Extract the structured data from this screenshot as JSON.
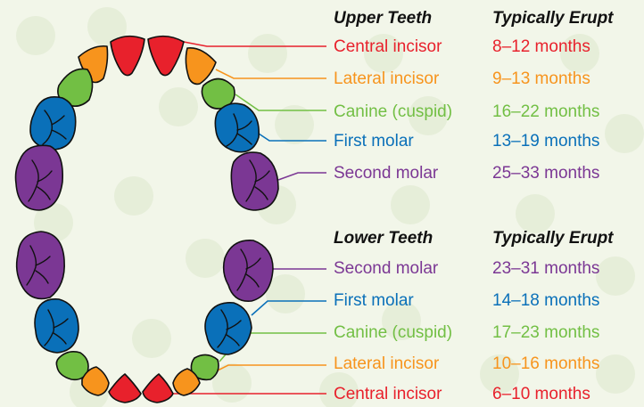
{
  "colors": {
    "central": "#e8212c",
    "lateral": "#f7941d",
    "canine": "#72bf44",
    "first_molar": "#0a70b9",
    "second_molar": "#7b3794",
    "background": "#f2f6e9",
    "outline": "#111111"
  },
  "upper": {
    "header_teeth": "Upper Teeth",
    "header_erupt": "Typically Erupt",
    "rows": [
      {
        "key": "central",
        "name": "Central incisor",
        "age": "8–12 months"
      },
      {
        "key": "lateral",
        "name": "Lateral incisor",
        "age": "9–13 months"
      },
      {
        "key": "canine",
        "name": "Canine (cuspid)",
        "age": "16–22 months"
      },
      {
        "key": "first_molar",
        "name": "First molar",
        "age": "13–19 months"
      },
      {
        "key": "second_molar",
        "name": "Second molar",
        "age": "25–33 months"
      }
    ]
  },
  "lower": {
    "header_teeth": "Lower Teeth",
    "header_erupt": "Typically Erupt",
    "rows": [
      {
        "key": "second_molar",
        "name": "Second molar",
        "age": "23–31 months"
      },
      {
        "key": "first_molar",
        "name": "First molar",
        "age": "14–18 months"
      },
      {
        "key": "canine",
        "name": "Canine (cuspid)",
        "age": "17–23 months"
      },
      {
        "key": "lateral",
        "name": "Lateral incisor",
        "age": "10–16 months"
      },
      {
        "key": "central",
        "name": "Central incisor",
        "age": "6–10 months"
      }
    ]
  }
}
